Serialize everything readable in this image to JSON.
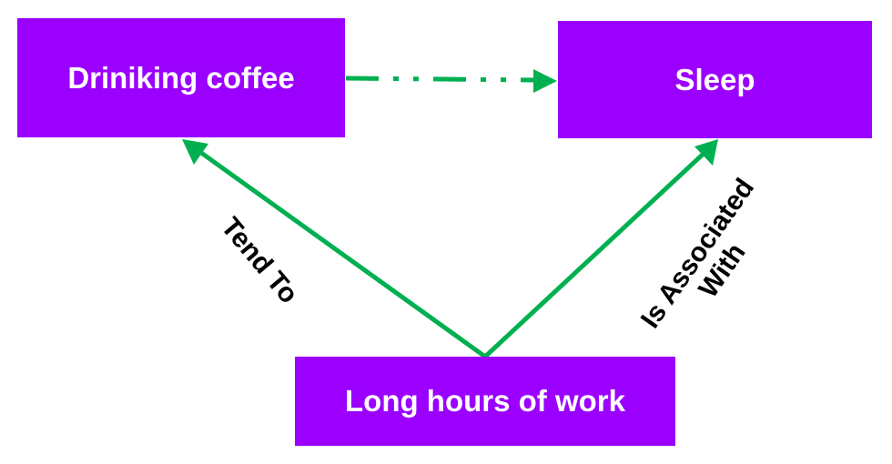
{
  "colors": {
    "node_fill": "#9B00FF",
    "node_text": "#FFFFFF",
    "arrow": "#00B050",
    "label_text": "#000000"
  },
  "nodes": {
    "coffee": {
      "label": "Driniking coffee"
    },
    "sleep": {
      "label": "Sleep"
    },
    "work": {
      "label": "Long hours of work"
    }
  },
  "edges": {
    "work_to_coffee": {
      "label": "Tend To"
    },
    "work_to_sleep": {
      "label_line1": "Is Associated",
      "label_line2": "With"
    },
    "coffee_to_sleep": {
      "style": "dash-dot"
    }
  }
}
